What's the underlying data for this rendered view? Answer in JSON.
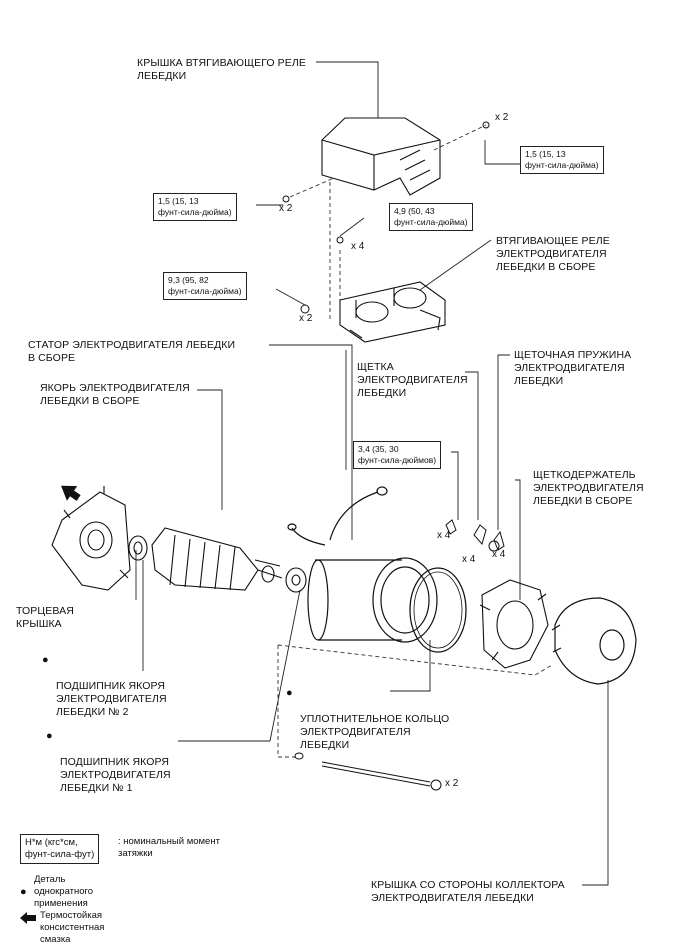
{
  "labels": {
    "relay_cover": "КРЫШКА ВТЯГИВАЮЩЕГО РЕЛЕ\nЛЕБЕДКИ",
    "relay_assy": "ВТЯГИВАЮЩЕЕ РЕЛЕ\nЭЛЕКТРОДВИГАТЕЛЯ\nЛЕБЕДКИ В СБОРЕ",
    "stator_assy": "СТАТОР ЭЛЕКТРОДВИГАТЕЛЯ ЛЕБЕДКИ\nВ СБОРЕ",
    "armature_assy": "ЯКОРЬ ЭЛЕКТРОДВИГАТЕЛЯ\nЛЕБЕДКИ В СБОРЕ",
    "brush": "ЩЕТКА\nЭЛЕКТРОДВИГАТЕЛЯ\nЛЕБЕДКИ",
    "brush_spring": "ЩЕТОЧНАЯ ПРУЖИНА\nЭЛЕКТРОДВИГАТЕЛЯ\nЛЕБЕДКИ",
    "brush_holder": "ЩЕТКОДЕРЖАТЕЛЬ\nЭЛЕКТРОДВИГАТЕЛЯ\nЛЕБЕДКИ В СБОРЕ",
    "end_cover": "ТОРЦЕВАЯ\nКРЫШКА",
    "bearing2": "ПОДШИПНИК ЯКОРЯ\nЭЛЕКТРОДВИГАТЕЛЯ\nЛЕБЕДКИ № 2",
    "bearing1": "ПОДШИПНИК ЯКОРЯ\nЭЛЕКТРОДВИГАТЕЛЯ\nЛЕБЕДКИ № 1",
    "o_ring": "УПЛОТНИТЕЛЬНОЕ КОЛЬЦО\nЭЛЕКТРОДВИГАТЕЛЯ\nЛЕБЕДКИ",
    "commutator_cover": "КРЫШКА СО СТОРОНЫ КОЛЛЕКТОРА\nЭЛЕКТРОДВИГАТЕЛЯ ЛЕБЕДКИ"
  },
  "torques": {
    "t1": "1,5 (15, 13\nфунт-сила-дюйма)",
    "t2": "1,5 (15, 13\nфунт-сила-дюйма)",
    "t3": "4,9 (50, 43\nфунт-сила-дюйма)",
    "t4": "9,3 (95, 82\nфунт-сила-дюйма)",
    "t5": "3,4 (35, 30\nфунт-сила-дюймов)"
  },
  "quantities": {
    "q1": "x 2",
    "q2": "x 2",
    "q3": "x 4",
    "q4": "x 2",
    "q5": "x 4",
    "q6": "x 4",
    "q7": "x 4",
    "q8": "x 2"
  },
  "legend": {
    "torque_box": "Н*м (кгс*см,\nфунт-сила-фут)",
    "torque_desc": ": номинальный момент\nзатяжки",
    "single_use": "Деталь однократного\nприменения",
    "grease": "Термостойкая консистентная\nсмазка"
  }
}
